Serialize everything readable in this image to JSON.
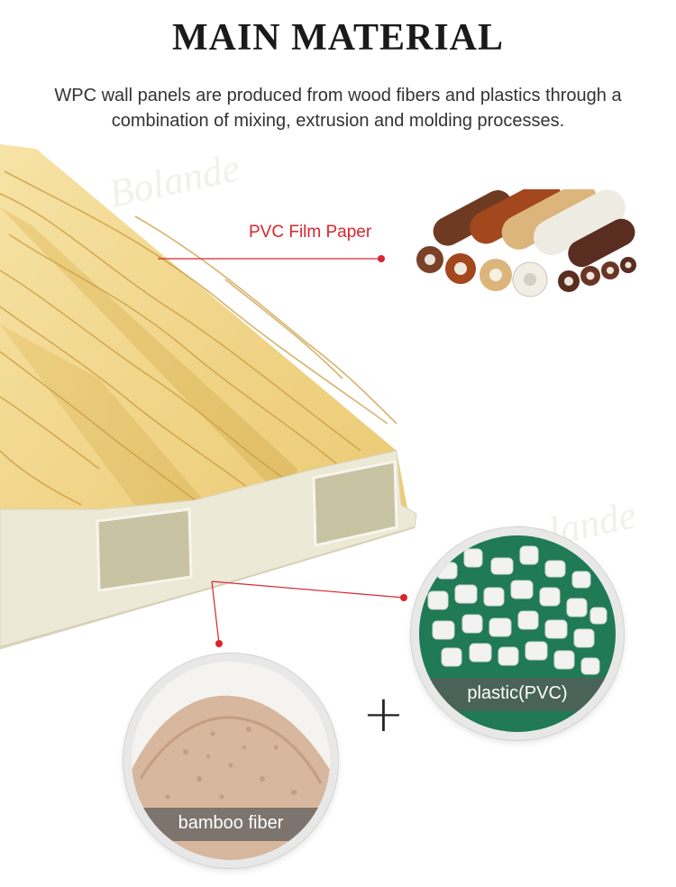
{
  "header": {
    "title": "MAIN MATERIAL",
    "description": "WPC wall panels are produced from wood fibers and plastics through a combination of mixing, extrusion and molding processes."
  },
  "watermark": {
    "text": "Bolande"
  },
  "callouts": {
    "film": {
      "label": "PVC Film Paper",
      "icon": "film-roll-icon"
    },
    "plastic": {
      "label": "plastic(PVC)",
      "icon": "pvc-granules-icon"
    },
    "bamboo": {
      "label": "bamboo fiber",
      "icon": "bamboo-powder-icon"
    }
  },
  "operator": {
    "symbol": "+"
  },
  "colors": {
    "leader_line": "#d8262e",
    "wood": "#f1d88e",
    "wood_grain": "#c79a3c",
    "core": "#ece8d6"
  }
}
